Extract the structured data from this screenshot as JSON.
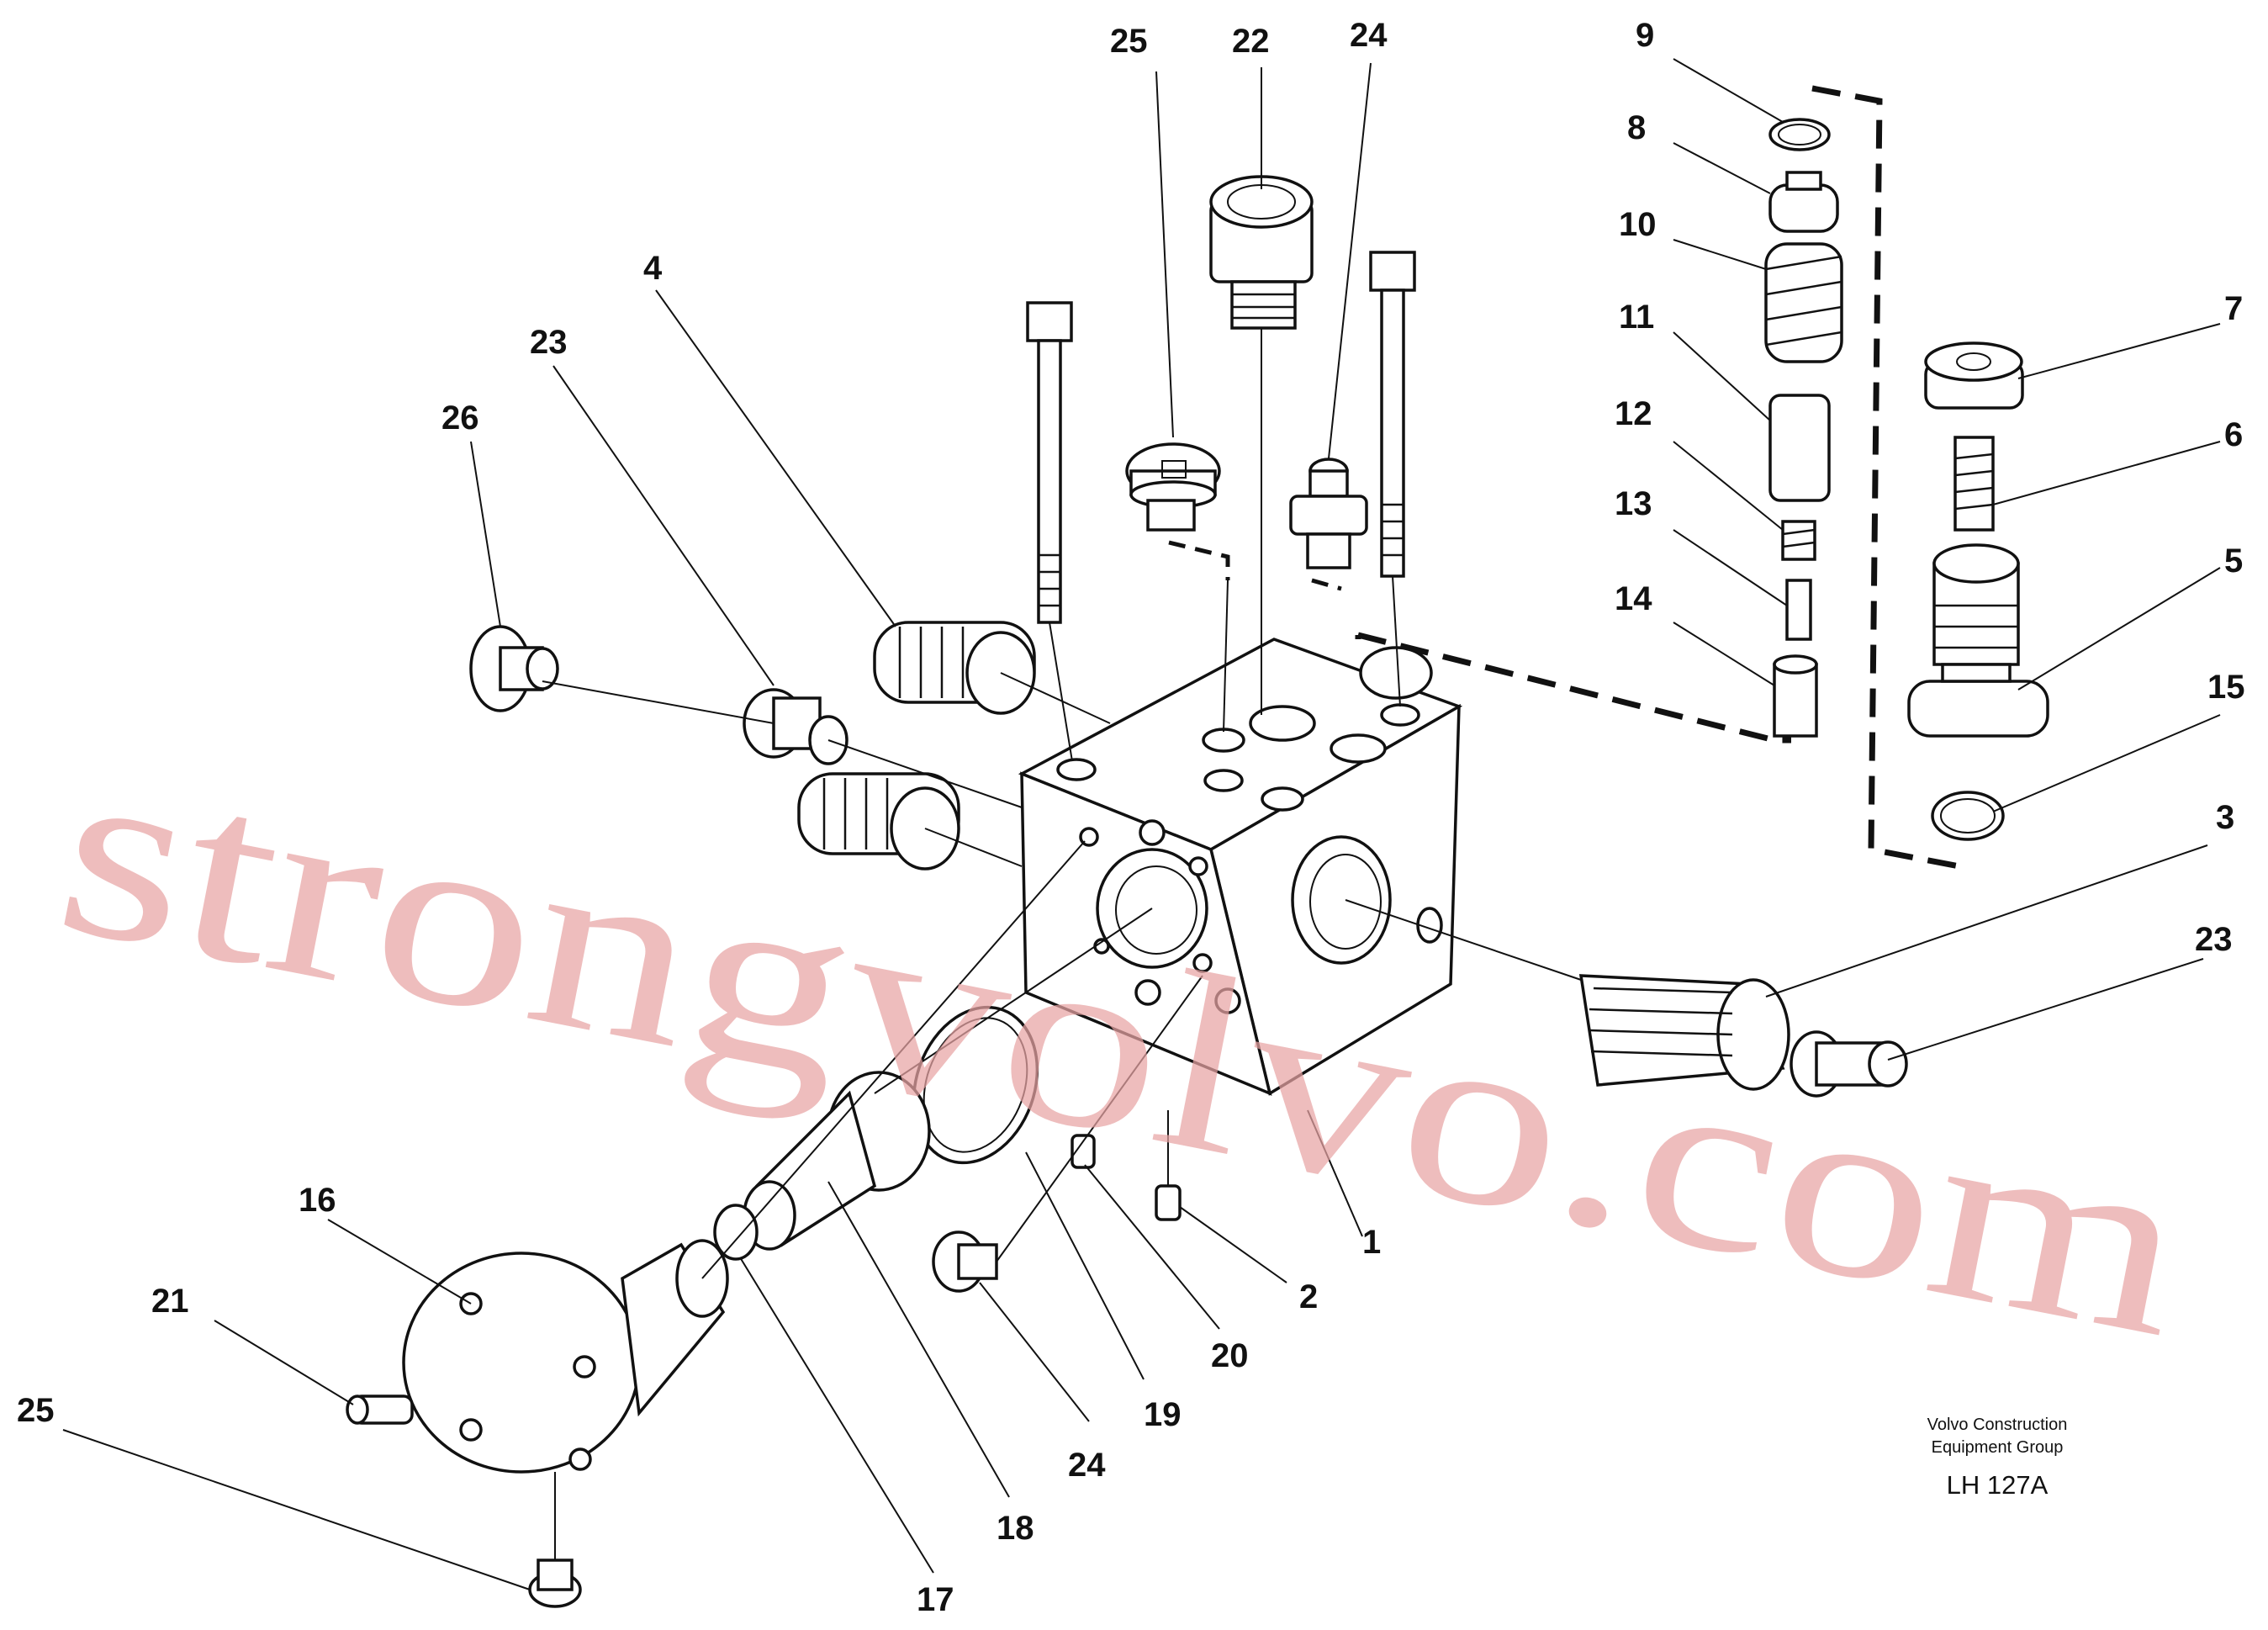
{
  "watermark": "strongvolvo.com",
  "footer": {
    "company_line1": "Volvo Construction",
    "company_line2": "Equipment Group",
    "drawing_code": "LH 127A"
  },
  "parts": {
    "p1": "1",
    "p2": "2",
    "p3": "3",
    "p4": "4",
    "p5": "5",
    "p6": "6",
    "p7": "7",
    "p8": "8",
    "p9": "9",
    "p10": "10",
    "p11": "11",
    "p12": "12",
    "p13": "13",
    "p14": "14",
    "p15": "15",
    "p16": "16",
    "p17": "17",
    "p18": "18",
    "p19": "19",
    "p20": "20",
    "p21": "21",
    "p22": "22",
    "p23": "23",
    "p24": "24",
    "p25": "25",
    "p26": "26"
  }
}
